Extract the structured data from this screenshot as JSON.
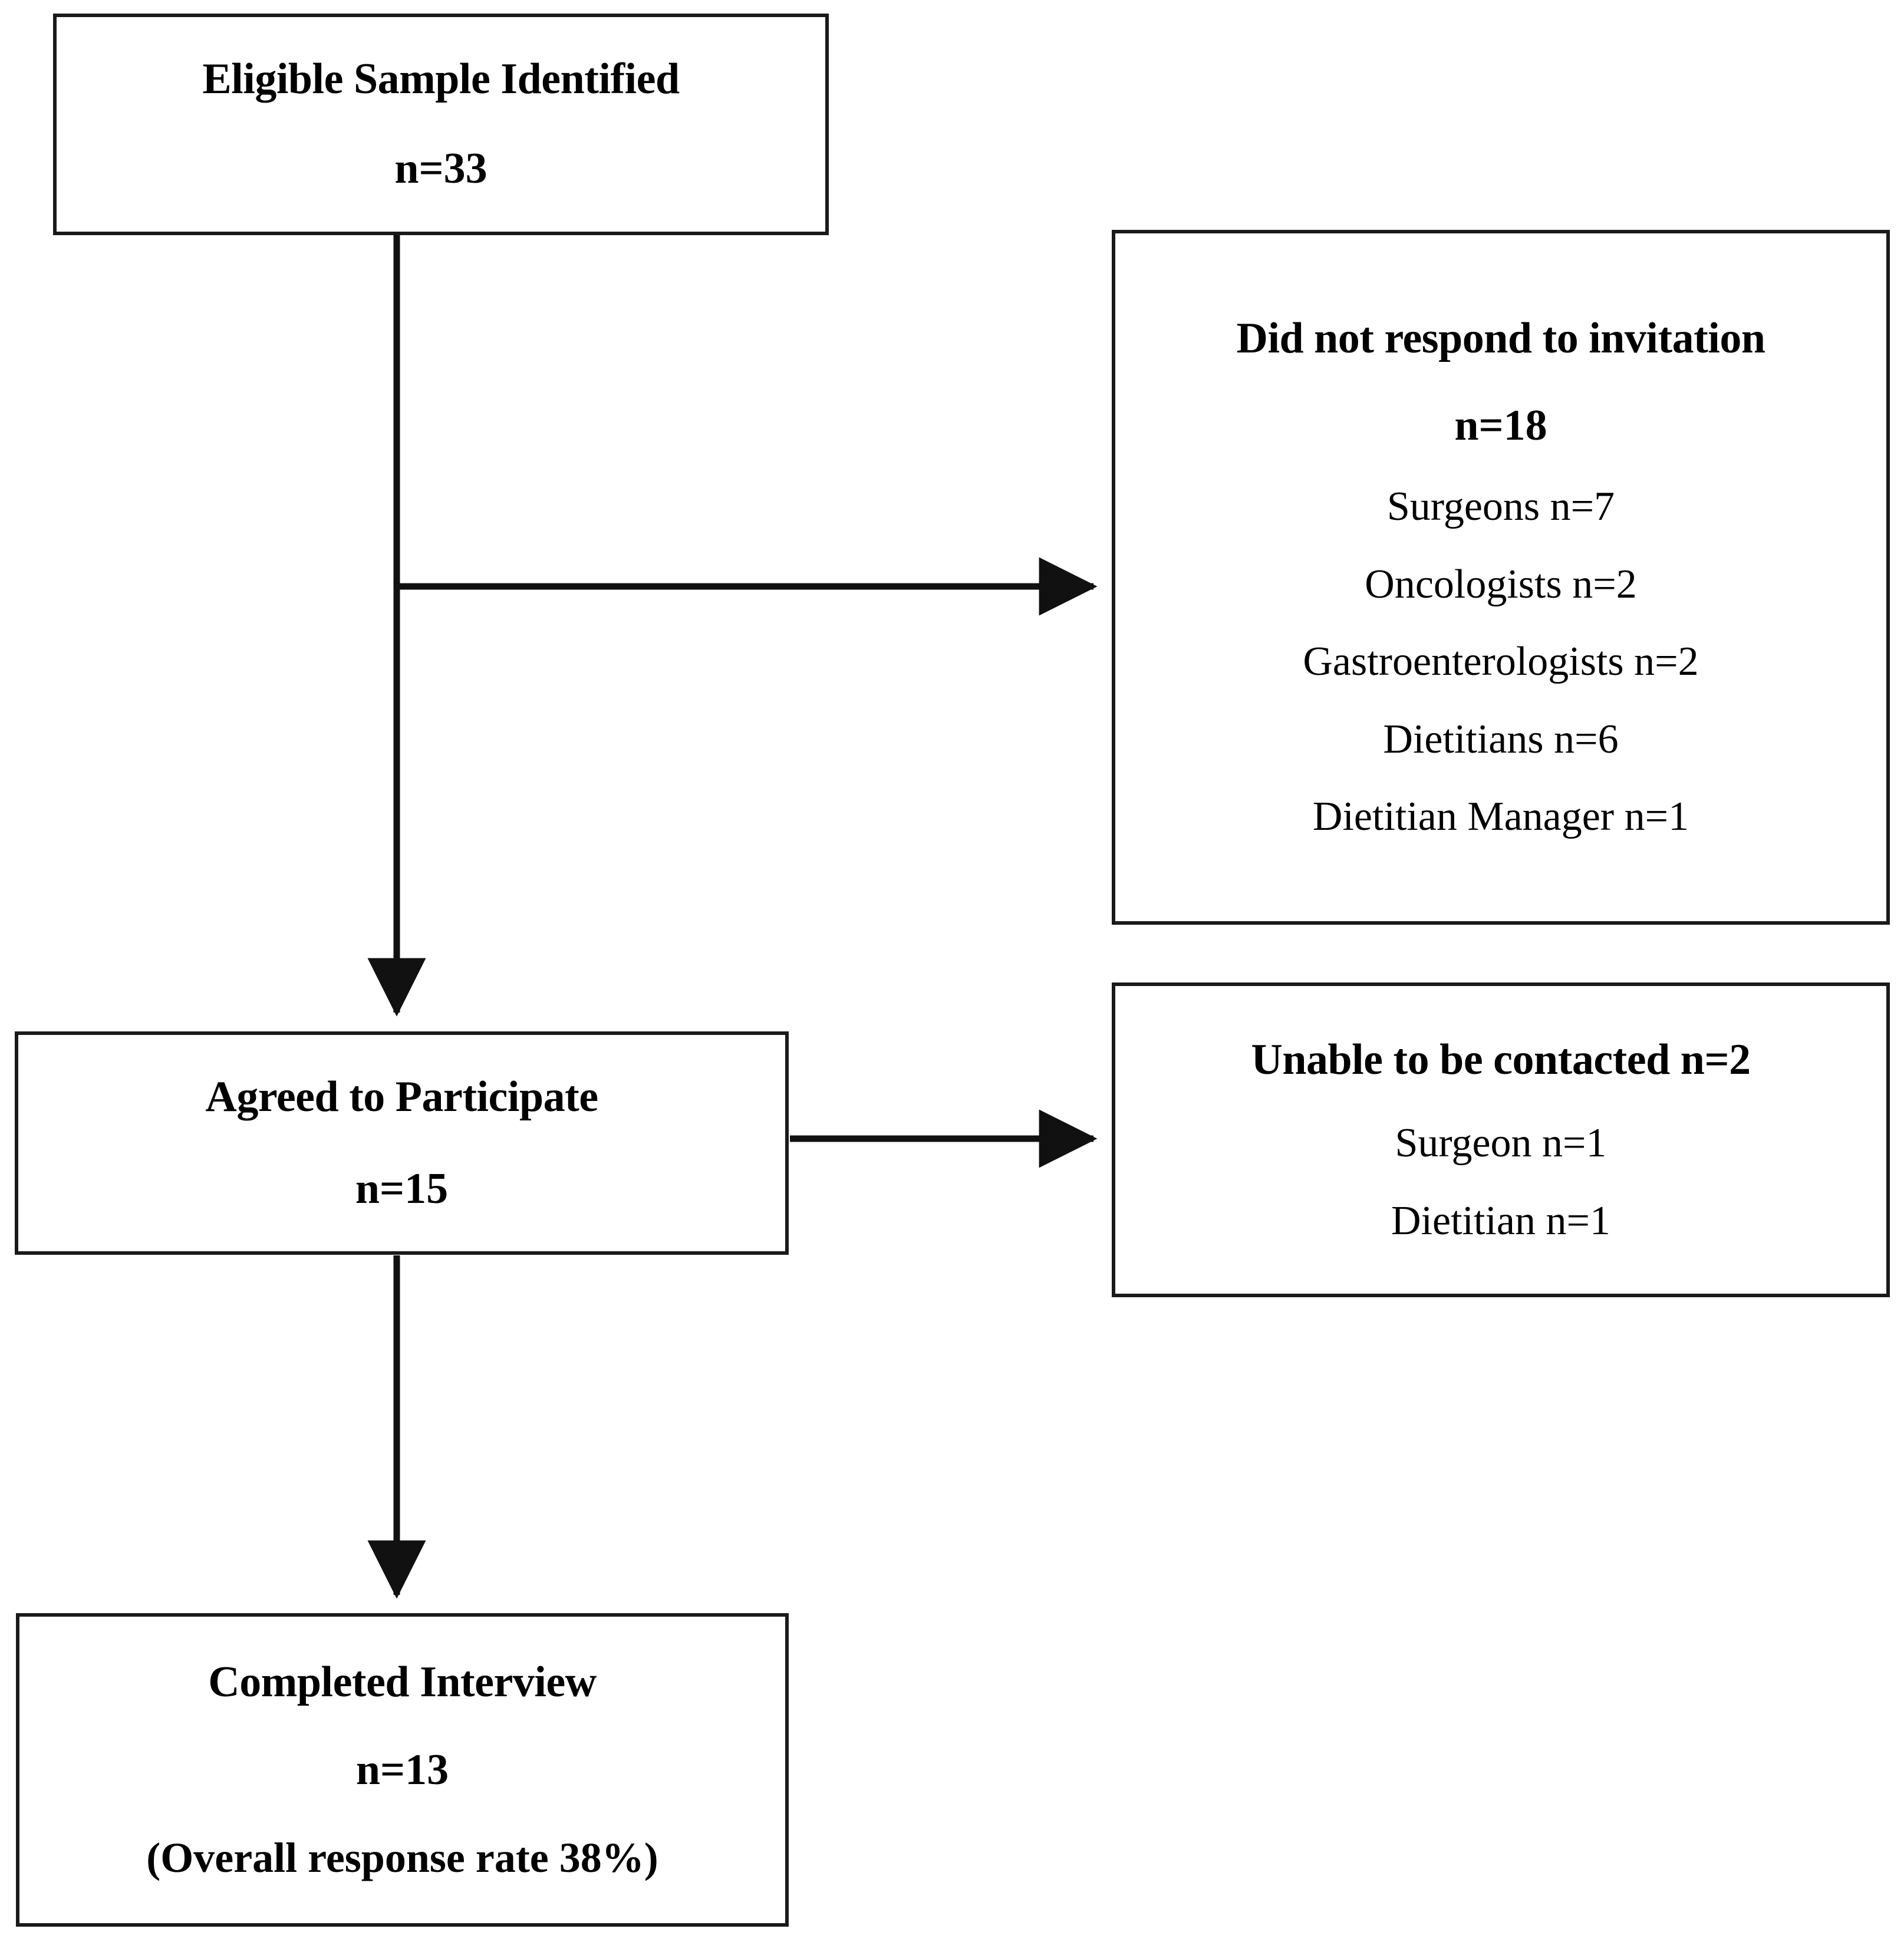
{
  "diagram": {
    "type": "participant-flow-chart",
    "stroke_color": "#1a1a1a",
    "background_color": "#ffffff"
  },
  "boxes": {
    "eligible": {
      "title": "Eligible Sample Identified",
      "count": "n=33"
    },
    "no_response": {
      "title": "Did not respond to invitation",
      "count": "n=18",
      "breakdown": [
        "Surgeons n=7",
        "Oncologists n=2",
        "Gastroenterologists n=2",
        "Dietitians n=6",
        "Dietitian Manager n=1"
      ]
    },
    "unreachable": {
      "title": "Unable to be contacted n=2",
      "breakdown": [
        "Surgeon n=1",
        "Dietitian n=1"
      ]
    },
    "agreed": {
      "title": "Agreed to Participate",
      "count": "n=15"
    },
    "completed": {
      "title": "Completed Interview",
      "count": "n=13",
      "note": "(Overall response rate 38%)"
    }
  },
  "connectors": [
    {
      "name": "eligible-to-agreed",
      "from": "eligible",
      "to": "agreed",
      "direction": "down"
    },
    {
      "name": "eligible-to-no-response",
      "from": "eligible",
      "to": "no_response",
      "direction": "right"
    },
    {
      "name": "agreed-to-completed",
      "from": "agreed",
      "to": "completed",
      "direction": "down"
    },
    {
      "name": "agreed-to-unreachable",
      "from": "agreed",
      "to": "unreachable",
      "direction": "right"
    }
  ]
}
